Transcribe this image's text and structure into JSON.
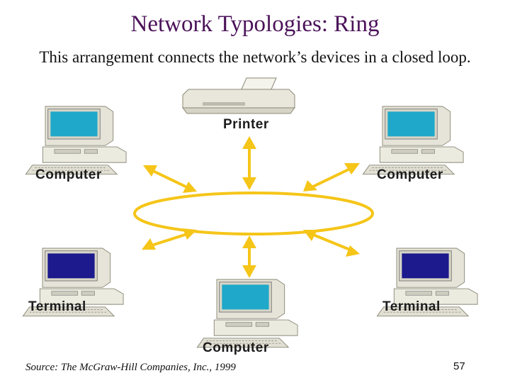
{
  "slide": {
    "title": "Network Typologies: Ring",
    "subtitle": "This arrangement connects the network’s devices in a closed loop.",
    "source": "Source: The McGraw-Hill Companies, Inc., 1999",
    "page_number": "57"
  },
  "devices": {
    "printer": {
      "label": "Printer",
      "icon": "printer-icon"
    },
    "computer_top_left": {
      "label": "Computer",
      "icon": "computer-icon"
    },
    "computer_top_right": {
      "label": "Computer",
      "icon": "computer-icon"
    },
    "terminal_left": {
      "label": "Terminal",
      "icon": "terminal-icon"
    },
    "terminal_right": {
      "label": "Terminal",
      "icon": "terminal-icon"
    },
    "computer_bottom": {
      "label": "Computer",
      "icon": "computer-icon"
    }
  },
  "colors": {
    "title": "#4b1259",
    "ring": "#f5c518",
    "arrow": "#f5c518",
    "computer_screen": "#1fa8c9",
    "terminal_screen": "#1c1a8c",
    "device_body": "#e6e4d8"
  }
}
